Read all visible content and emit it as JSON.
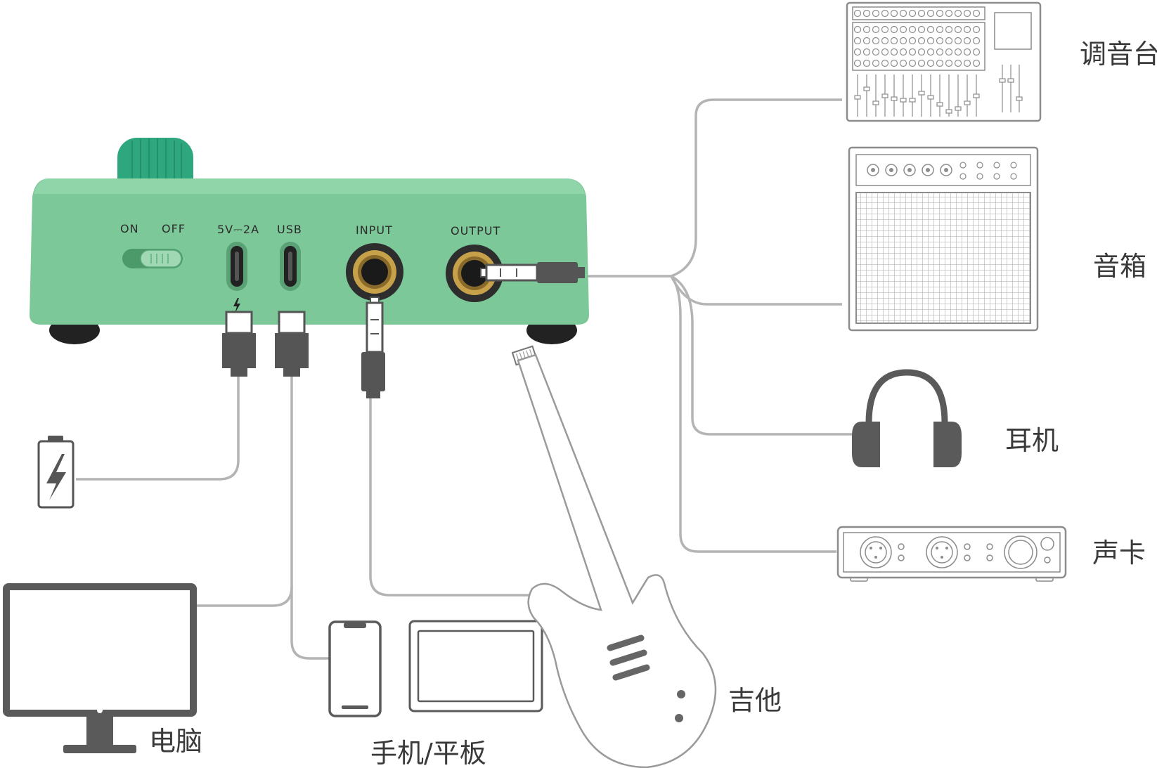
{
  "device": {
    "switch_on": "ON",
    "switch_off": "OFF",
    "power_port": "5V⎓2A",
    "usb_port": "USB",
    "input_port": "INPUT",
    "output_port": "OUTPUT",
    "colors": {
      "body": "#7dc899",
      "knob": "#2ea77f",
      "jack_ring": "#b8913e"
    }
  },
  "destinations": {
    "mixer": "调音台",
    "speaker": "音箱",
    "headphones": "耳机",
    "sound_card": "声卡"
  },
  "sources": {
    "computer": "电脑",
    "phone_tablet": "手机/平板",
    "guitar": "吉他"
  },
  "icons": [
    "battery-icon",
    "lightning-icon",
    "monitor-icon",
    "phone-icon",
    "tablet-icon",
    "guitar-icon",
    "mixer-icon",
    "amp-icon",
    "headphones-icon",
    "sound-card-icon"
  ]
}
